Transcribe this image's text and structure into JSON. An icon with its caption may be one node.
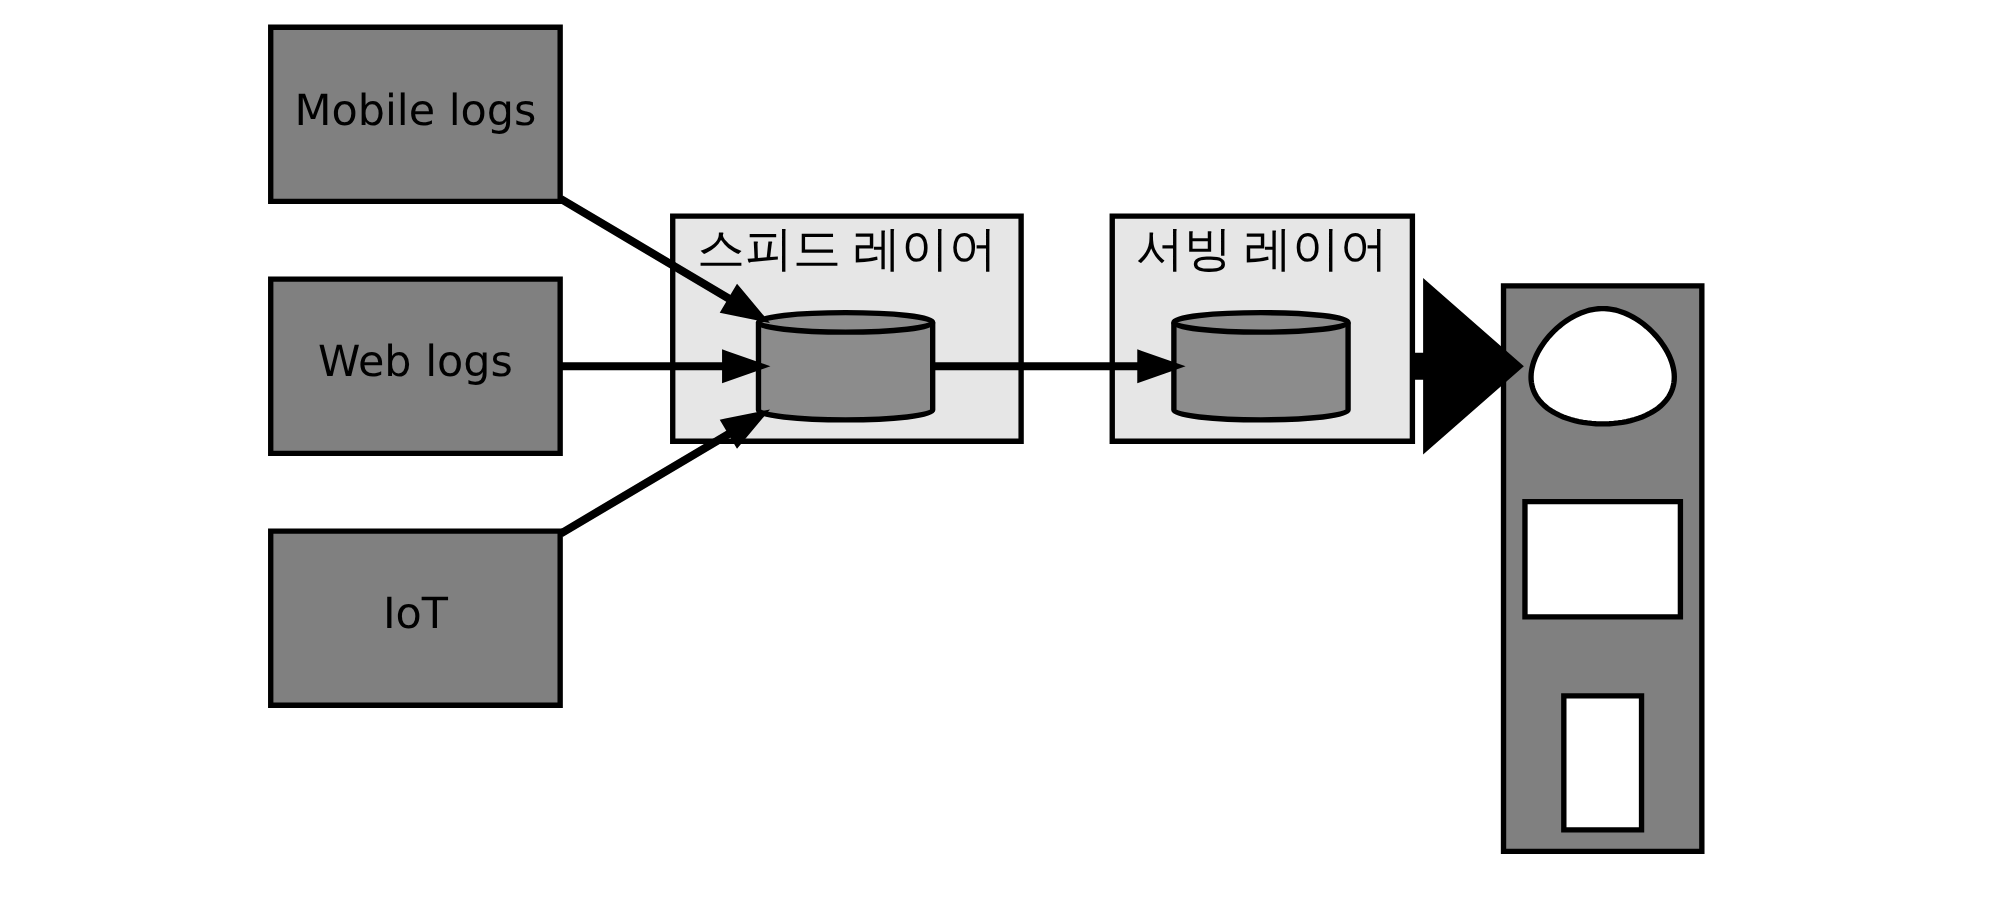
{
  "diagram": {
    "nodes": [
      {
        "text": [
          "Mobile logs"
        ]
      },
      {
        "text": [
          "Web logs"
        ]
      },
      {
        "text": [
          "IoT"
        ]
      },
      {
        "text": [
          "스피드 레이어"
        ]
      },
      {
        "text": [],
        "shape": "cylinder",
        "in": 3
      },
      {
        "text": [
          "서빙 레이어"
        ]
      },
      {
        "text": [],
        "shape": "cylinder",
        "in": 5
      },
      {
        "text": [],
        "shape": "box"
      },
      {
        "text": [],
        "shape": "person",
        "in": 7
      },
      {
        "text": [],
        "shape": "monitor",
        "in": 7
      },
      {
        "text": [],
        "shape": "phone",
        "in": 7
      }
    ],
    "edges": [
      {
        "from": 0,
        "to": 4,
        "arrow": "to"
      },
      {
        "from": 1,
        "to": 4,
        "arrow": "to"
      },
      {
        "from": 2,
        "to": 4,
        "arrow": "to"
      },
      {
        "from": 4,
        "to": 6,
        "arrow": "to"
      },
      {
        "from": 5,
        "to": 7,
        "arrow": "to",
        "style": "thick"
      }
    ]
  }
}
